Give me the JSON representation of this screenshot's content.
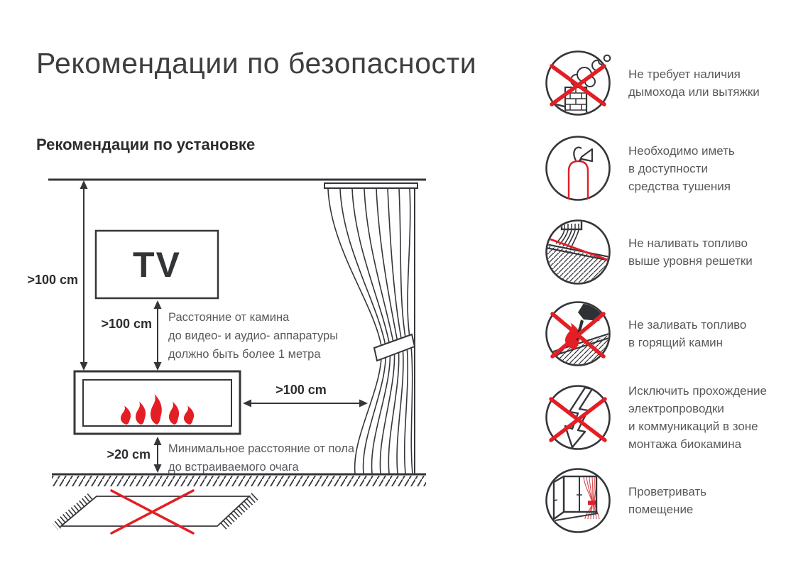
{
  "title": "Рекомендации по безопасности",
  "installation": {
    "subtitle": "Рекомендации по установке",
    "tv_label": "TV",
    "dims": {
      "ceiling_to_fireplace": ">100 cm",
      "tv_to_fireplace": ">100 cm",
      "fireplace_to_curtain": ">100 cm",
      "fireplace_to_floor": ">20 cm"
    },
    "captions": {
      "tv": "Расстояние от камина\nдо видео- и аудио- аппаратуры\nдолжно быть более 1 метра",
      "floor": "Минимальное расстояние от пола\nдо встраиваемого очага"
    }
  },
  "safety_items": [
    {
      "icon": "no-chimney-icon",
      "label": "Не требует наличия\nдымохода или вытяжки"
    },
    {
      "icon": "fire-extinguisher-icon",
      "label": "Необходимо иметь\nв доступности\nсредства тушения"
    },
    {
      "icon": "no-fuel-above-grate-icon",
      "label": "Не наливать топливо\nвыше уровня решетки"
    },
    {
      "icon": "no-refuel-burning-icon",
      "label": "Не заливать топливо\nв горящий камин"
    },
    {
      "icon": "no-electrical-wiring-icon",
      "label": "Исключить прохождение\nэлектропроводки\nи коммуникаций в зоне\nмонтажа биокамина"
    },
    {
      "icon": "ventilate-room-icon",
      "label": "Проветривать\nпомещение"
    }
  ],
  "colors": {
    "accent_red": "#e31e24",
    "line_dark": "#35363a",
    "text_gray": "#57595c"
  }
}
